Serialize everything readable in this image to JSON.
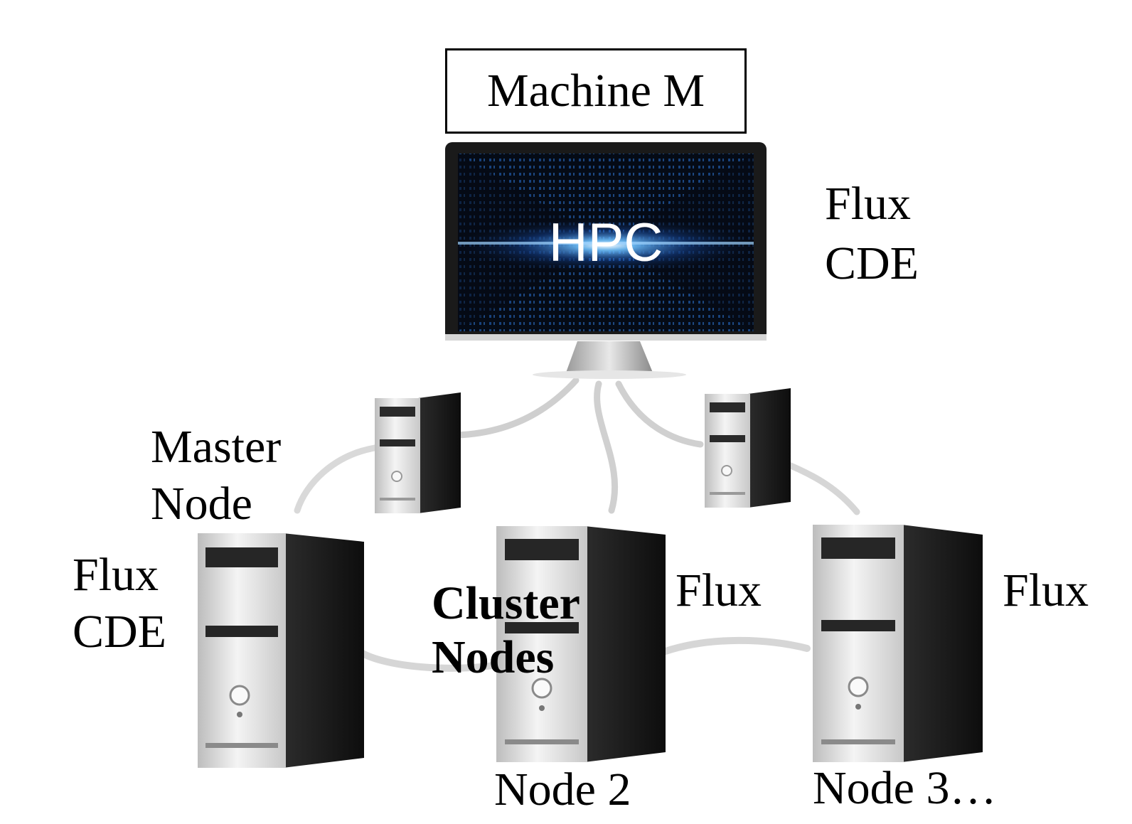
{
  "diagram": {
    "machine_title": "Machine M",
    "screen_text": "HPC",
    "machine_flux": "Flux",
    "machine_cde": "CDE",
    "master_label_line1": "Master",
    "master_label_line2": "Node",
    "master_flux": "Flux",
    "master_cde": "CDE",
    "cluster_line1": "Cluster",
    "cluster_line2": "Nodes",
    "node2_flux": "Flux",
    "node2_label": "Node 2",
    "node3_flux": "Flux",
    "node3_label": "Node 3…"
  },
  "colors": {
    "screen_bg": "#050b16",
    "screen_glow": "#2a8cff",
    "bezel": "#1a1a1a",
    "cable": "#d4d4d4",
    "tower_front": "#dcdcdc",
    "tower_side": "#1b1b1b"
  }
}
